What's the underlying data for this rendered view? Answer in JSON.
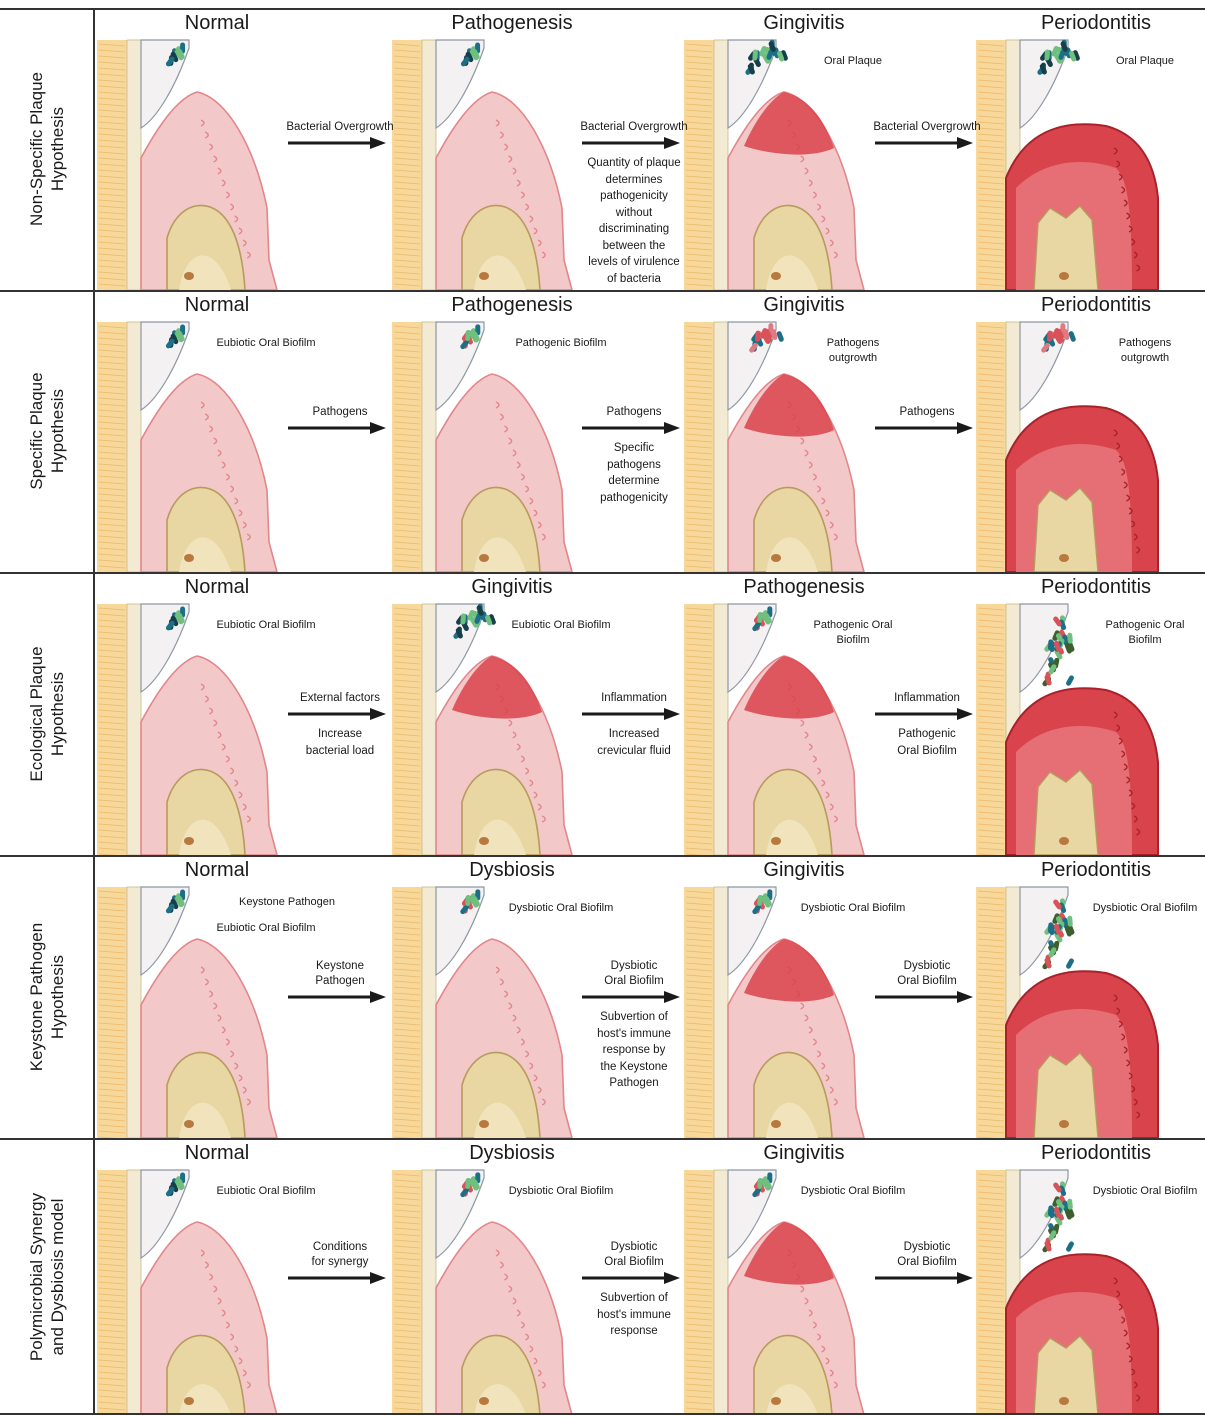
{
  "rows": [
    {
      "label": "Non-Specific Plaque\nHypothesis",
      "stages": [
        {
          "title": "Normal",
          "biofilm": "",
          "plaque": "normal",
          "gum": "normal",
          "bone": "normal"
        },
        {
          "title": "Pathogenesis",
          "biofilm": "",
          "plaque": "normal",
          "gum": "normal",
          "bone": "normal"
        },
        {
          "title": "Gingivitis",
          "biofilm": "Oral Plaque",
          "plaque": "large",
          "gum": "inflamed",
          "bone": "normal"
        },
        {
          "title": "Periodontitis",
          "biofilm": "Oral Plaque",
          "plaque": "large",
          "gum": "periodontitis",
          "bone": "lost"
        }
      ],
      "arrows": [
        {
          "top": "Bacterial Overgrowth",
          "bottom": ""
        },
        {
          "top": "Bacterial Overgrowth",
          "bottom": "Quantity of plaque\ndetermines\npathogenicity\nwithout\ndiscriminating\nbetween the\nlevels of virulence\nof bacteria"
        },
        {
          "top": "Bacterial Overgrowth",
          "bottom": ""
        }
      ]
    },
    {
      "label": "Specific Plaque\nHypothesis",
      "stages": [
        {
          "title": "Normal",
          "biofilm": "Eubiotic Oral Biofilm",
          "plaque": "normal",
          "gum": "normal",
          "bone": "normal"
        },
        {
          "title": "Pathogenesis",
          "biofilm": "Pathogenic Biofilm",
          "plaque": "mixed",
          "gum": "normal",
          "bone": "normal"
        },
        {
          "title": "Gingivitis",
          "biofilm": "Pathogens\noutgrowth",
          "plaque": "red",
          "gum": "inflamed",
          "bone": "normal"
        },
        {
          "title": "Periodontitis",
          "biofilm": "Pathogens\noutgrowth",
          "plaque": "red",
          "gum": "periodontitis",
          "bone": "lost"
        }
      ],
      "arrows": [
        {
          "top": "Pathogens",
          "bottom": ""
        },
        {
          "top": "Pathogens",
          "bottom": "Specific\npathogens\ndetermine\npathogenicity"
        },
        {
          "top": "Pathogens",
          "bottom": ""
        }
      ]
    },
    {
      "label": "Ecological Plaque\nHypothesis",
      "stages": [
        {
          "title": "Normal",
          "biofilm": "Eubiotic Oral Biofilm",
          "plaque": "normal",
          "gum": "normal",
          "bone": "normal"
        },
        {
          "title": "Gingivitis",
          "biofilm": "Eubiotic Oral Biofilm",
          "plaque": "large",
          "gum": "inflamed",
          "bone": "normal"
        },
        {
          "title": "Pathogenesis",
          "biofilm": "Pathogenic Oral\nBiofilm",
          "plaque": "mixed",
          "gum": "inflamed",
          "bone": "normal"
        },
        {
          "title": "Periodontitis",
          "biofilm": "Pathogenic  Oral\nBiofilm",
          "plaque": "tall",
          "gum": "periodontitis",
          "bone": "lost"
        }
      ],
      "arrows": [
        {
          "top": "External factors",
          "bottom": "Increase\nbacterial load"
        },
        {
          "top": "Inflammation",
          "bottom": "Increased\ncrevicular fluid"
        },
        {
          "top": "Inflammation",
          "bottom": "Pathogenic\nOral Biofilm"
        }
      ]
    },
    {
      "label": "Keystone Pathogen\nHypothesis",
      "stages": [
        {
          "title": "Normal",
          "biofilm": "Eubiotic Oral Biofilm",
          "extra": "Keystone Pathogen",
          "plaque": "normal",
          "gum": "normal",
          "bone": "normal"
        },
        {
          "title": "Dysbiosis",
          "biofilm": "Dysbiotic Oral Biofilm",
          "plaque": "mixed",
          "gum": "normal",
          "bone": "normal"
        },
        {
          "title": "Gingivitis",
          "biofilm": "Dysbiotic Oral Biofilm",
          "plaque": "mixed",
          "gum": "inflamed",
          "bone": "normal"
        },
        {
          "title": "Periodontitis",
          "biofilm": "Dysbiotic Oral Biofilm",
          "plaque": "tall",
          "gum": "periodontitis",
          "bone": "lost"
        }
      ],
      "arrows": [
        {
          "top": "Keystone\nPathogen",
          "bottom": ""
        },
        {
          "top": "Dysbiotic\nOral Biofilm",
          "bottom": "Subvertion of\nhost's immune\nresponse by\nthe  Keystone\nPathogen"
        },
        {
          "top": "Dysbiotic\nOral Biofilm",
          "bottom": ""
        }
      ]
    },
    {
      "label": "Polymicrobial Synergy\nand Dysbiosis model",
      "stages": [
        {
          "title": "Normal",
          "biofilm": "Eubiotic Oral Biofilm",
          "plaque": "normal",
          "gum": "normal",
          "bone": "normal"
        },
        {
          "title": "Dysbiosis",
          "biofilm": "Dysbiotic Oral Biofilm",
          "plaque": "mixed",
          "gum": "normal",
          "bone": "normal"
        },
        {
          "title": "Gingivitis",
          "biofilm": "Dysbiotic Oral Biofilm",
          "plaque": "mixed",
          "gum": "inflamed",
          "bone": "normal"
        },
        {
          "title": "Periodontitis",
          "biofilm": "Dysbiotic Oral Biofilm",
          "plaque": "tall",
          "gum": "periodontitis",
          "bone": "lost"
        }
      ],
      "arrows": [
        {
          "top": "Conditions\nfor synergy",
          "bottom": ""
        },
        {
          "top": "Dysbiotic\nOral Biofilm",
          "bottom": "Subvertion of\nhost's immune\nresponse"
        },
        {
          "top": "Dysbiotic\nOral Biofilm",
          "bottom": ""
        }
      ]
    }
  ],
  "colors": {
    "enamel": "#f4f1f3",
    "root": "#f6e9c9",
    "bone": "#f8d79a",
    "gum_light": "#f3c8c8",
    "gum_edge": "#e3868a",
    "gum_inflamed": "#d9434b",
    "pulp": "#e8d6a3",
    "pulp_edge": "#b89a5d",
    "dark_red": "#a9222b",
    "plaque_green": "#6fbf7f",
    "plaque_teal": "#1d6f86",
    "plaque_dark": "#163f4a",
    "pathogen_red": "#d9525a",
    "grid": "#333333"
  }
}
